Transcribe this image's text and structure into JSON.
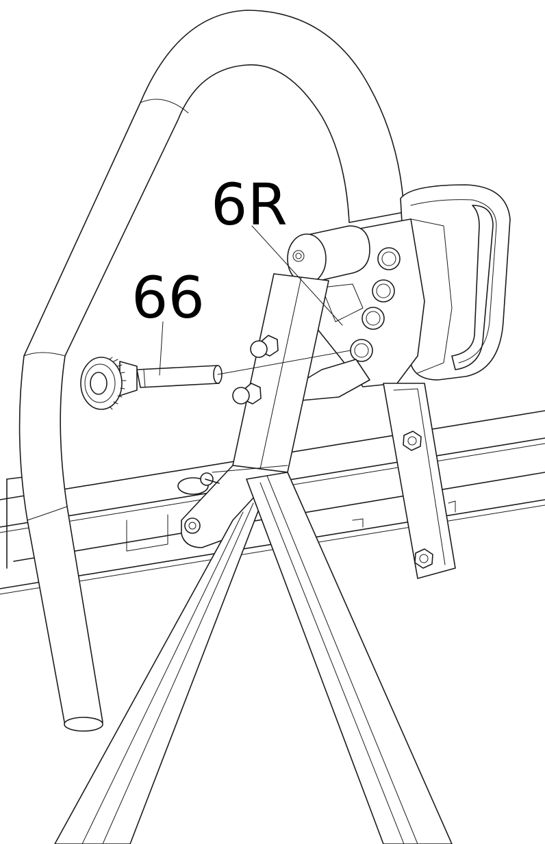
{
  "callouts": [
    {
      "id": "6R",
      "text": "6R"
    },
    {
      "id": "66",
      "text": "66"
    }
  ]
}
